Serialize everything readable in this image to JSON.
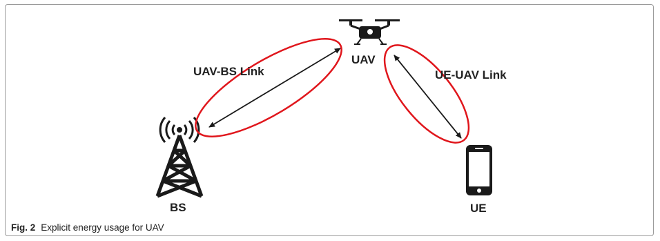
{
  "diagram": {
    "nodes": {
      "uav": "UAV",
      "bs": "BS",
      "ue": "UE"
    },
    "links": {
      "uav_bs": "UAV-BS Link",
      "ue_uav": "UE-UAV Link"
    }
  },
  "caption": {
    "label": "Fig. 2",
    "text": "Explicit energy usage for UAV"
  },
  "colors": {
    "highlight": "#e0161c",
    "ink": "#1a1a1a",
    "frame": "#9a9a9a"
  }
}
